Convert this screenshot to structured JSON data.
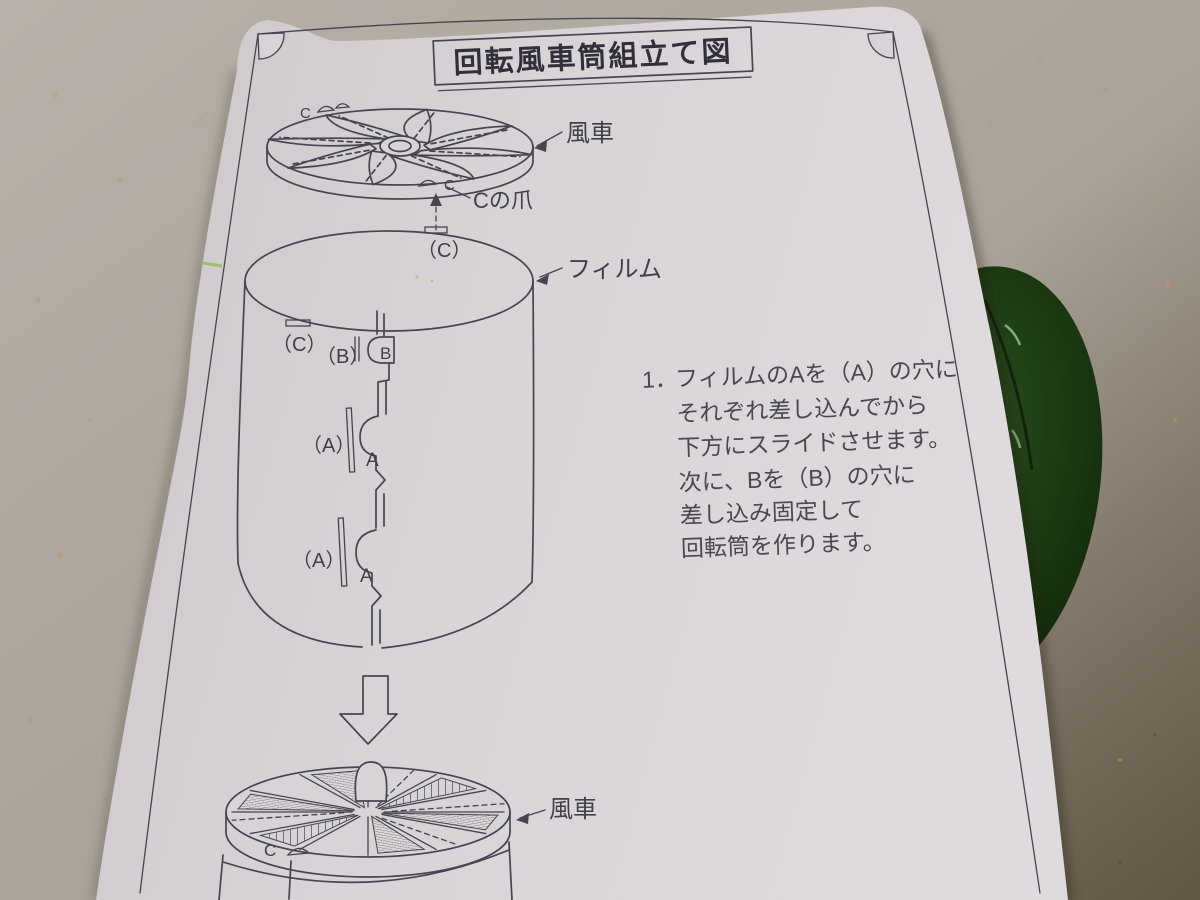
{
  "sheet": {
    "title": "回転風車筒組立て図",
    "instructions": {
      "step_number": "1．",
      "line1": "フィルムのAを（A）の穴に",
      "line2": "それぞれ差し込んでから",
      "line3": "下方にスライドさせます。",
      "line4": "次に、Bを（B）の穴に",
      "line5": "差し込み固定して",
      "line6": "回転筒を作ります。"
    },
    "labels": {
      "windmill": "風車",
      "film": "フィルム",
      "claw": "Cの爪",
      "c": "C",
      "b": "B",
      "a": "A",
      "slot_c": "（C）",
      "slot_b": "（B）",
      "slot_a": "（A）"
    }
  },
  "colors": {
    "table": "#b1aaa1",
    "table_shadow": "#7a6f5d",
    "paper": "#d7d3d6",
    "ink": "#46444f",
    "green_object": "#1d3a15",
    "green_mark": "#86bb4a"
  }
}
